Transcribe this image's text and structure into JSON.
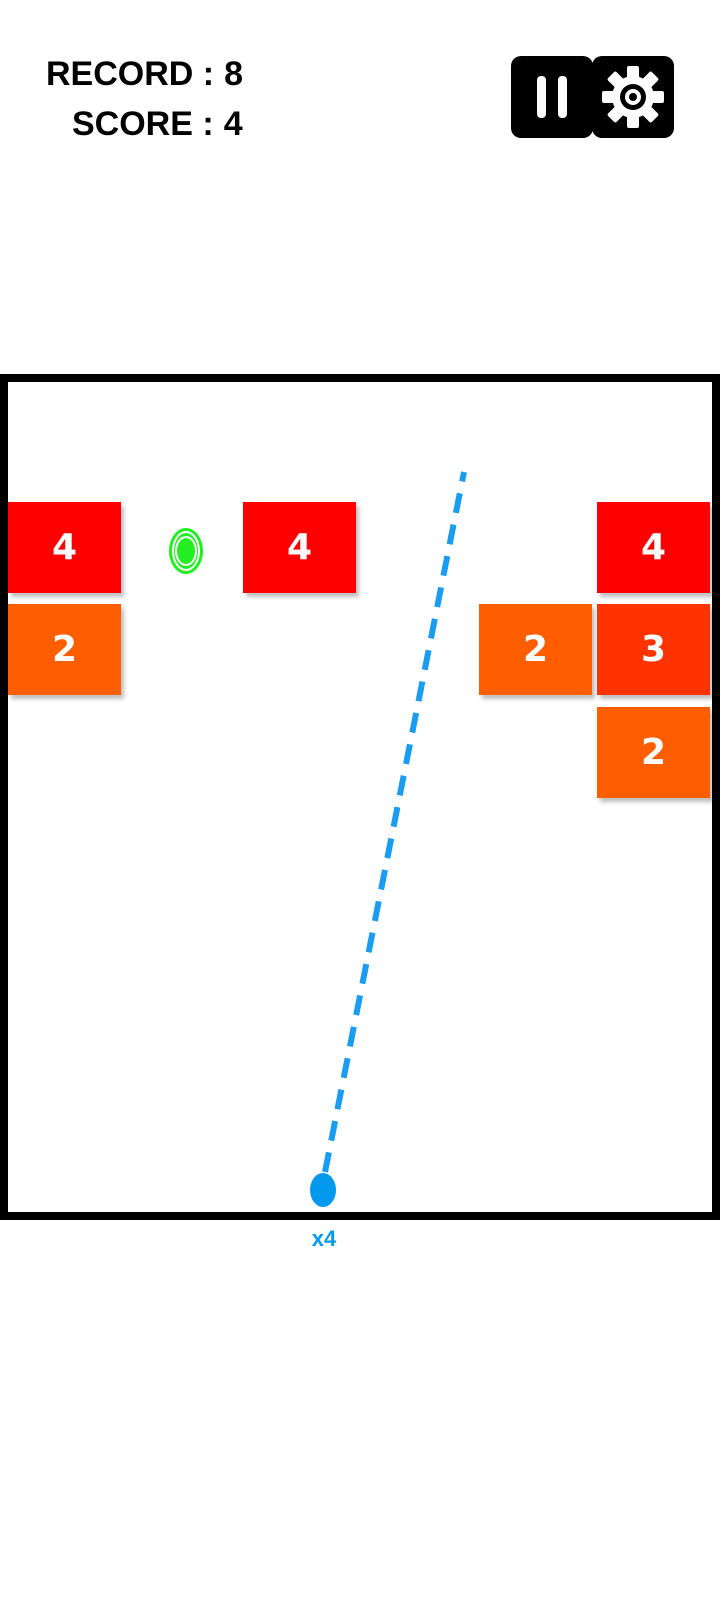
{
  "hud": {
    "record_label": "RECORD :",
    "record_value": "8",
    "score_label": "SCORE :",
    "score_value": "4"
  },
  "bricks": [
    {
      "value": "4",
      "color": "#ff0000"
    },
    {
      "value": "4",
      "color": "#ff0000"
    },
    {
      "value": "4",
      "color": "#ff0000"
    },
    {
      "value": "2",
      "color": "#ff5e00"
    },
    {
      "value": "2",
      "color": "#ff5e00"
    },
    {
      "value": "3",
      "color": "#ff3300"
    },
    {
      "value": "2",
      "color": "#ff5e00"
    }
  ],
  "ball": {
    "count_label": "x4",
    "color": "#0099ee"
  },
  "bonus_ball": {
    "color": "#22ee22"
  },
  "icons": {
    "pause": "pause-icon",
    "settings": "gear-icon"
  }
}
